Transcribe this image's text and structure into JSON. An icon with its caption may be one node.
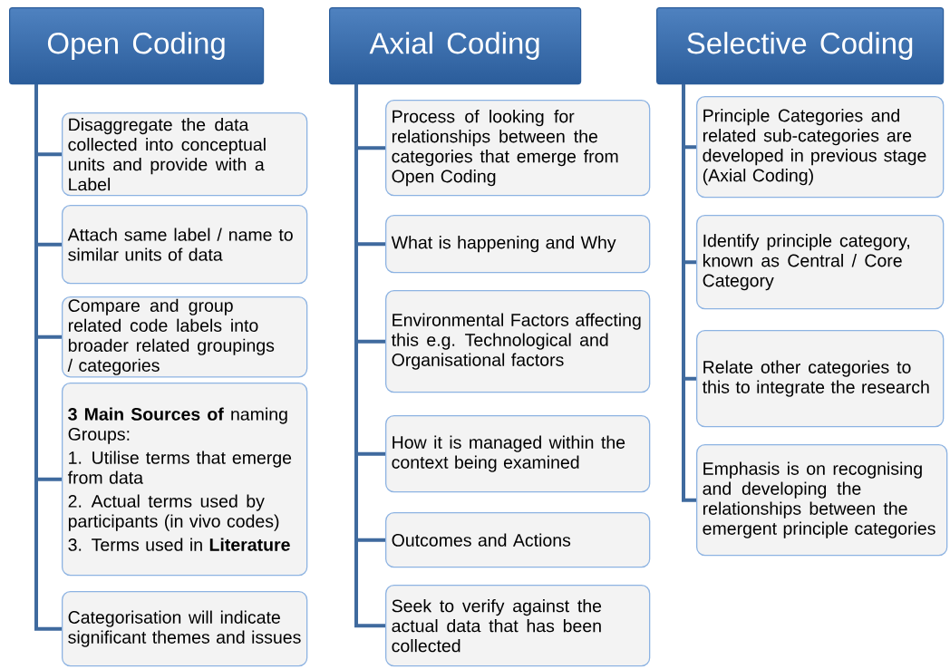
{
  "diagram": {
    "nodes": [
      {
        "text": [
          "Open Coding"
        ]
      },
      {
        "text": [
          "Disaggregate the data collected into conceptual units and provide with a Label"
        ]
      },
      {
        "text": [
          "Attach same label / name to similar units of data"
        ]
      },
      {
        "text": [
          "Compare and group related  code labels into broader related groupings / categories"
        ]
      },
      {
        "text": [
          "**3 Main Sources of** naming Groups:",
          "1. Utilise terms that emerge from data",
          "2. Actual terms used by participants (in vivo codes)",
          "3. Terms used in **Literature**"
        ]
      },
      {
        "text": [
          "Categorisation will indicate significant themes and issues"
        ]
      },
      {
        "text": [
          "Axial Coding"
        ]
      },
      {
        "text": [
          "Process of looking for relationships between the categories that emerge from Open Coding"
        ]
      },
      {
        "text": [
          "What is happening and Why"
        ]
      },
      {
        "text": [
          "Environmental Factors affecting this e.g. Technological and Organisational factors"
        ]
      },
      {
        "text": [
          "How it is managed within the context being examined"
        ]
      },
      {
        "text": [
          "Outcomes and Actions"
        ]
      },
      {
        "text": [
          "Seek to verify against the actual data that has been collected"
        ]
      },
      {
        "text": [
          "Selective Coding"
        ]
      },
      {
        "text": [
          "Principle Categories and related sub-categories are developed in previous stage (Axial Coding)"
        ]
      },
      {
        "text": [
          "Identify principle category, known as Central / Core Category"
        ]
      },
      {
        "text": [
          "Relate other categories to this to integrate the research"
        ]
      },
      {
        "text": [
          "Emphasis is on recognising and developing the relationships between the emergent principle categories"
        ]
      }
    ],
    "edges": [
      {
        "from": 0,
        "to": 1,
        "arrow": "none"
      },
      {
        "from": 0,
        "to": 2,
        "arrow": "none"
      },
      {
        "from": 0,
        "to": 3,
        "arrow": "none"
      },
      {
        "from": 0,
        "to": 4,
        "arrow": "none"
      },
      {
        "from": 0,
        "to": 5,
        "arrow": "none"
      },
      {
        "from": 6,
        "to": 7,
        "arrow": "none"
      },
      {
        "from": 6,
        "to": 8,
        "arrow": "none"
      },
      {
        "from": 6,
        "to": 9,
        "arrow": "none"
      },
      {
        "from": 6,
        "to": 10,
        "arrow": "none"
      },
      {
        "from": 6,
        "to": 11,
        "arrow": "none"
      },
      {
        "from": 6,
        "to": 12,
        "arrow": "none"
      },
      {
        "from": 13,
        "to": 14,
        "arrow": "none"
      },
      {
        "from": 13,
        "to": 15,
        "arrow": "none"
      },
      {
        "from": 13,
        "to": 16,
        "arrow": "none"
      },
      {
        "from": 13,
        "to": 17,
        "arrow": "none"
      }
    ]
  }
}
